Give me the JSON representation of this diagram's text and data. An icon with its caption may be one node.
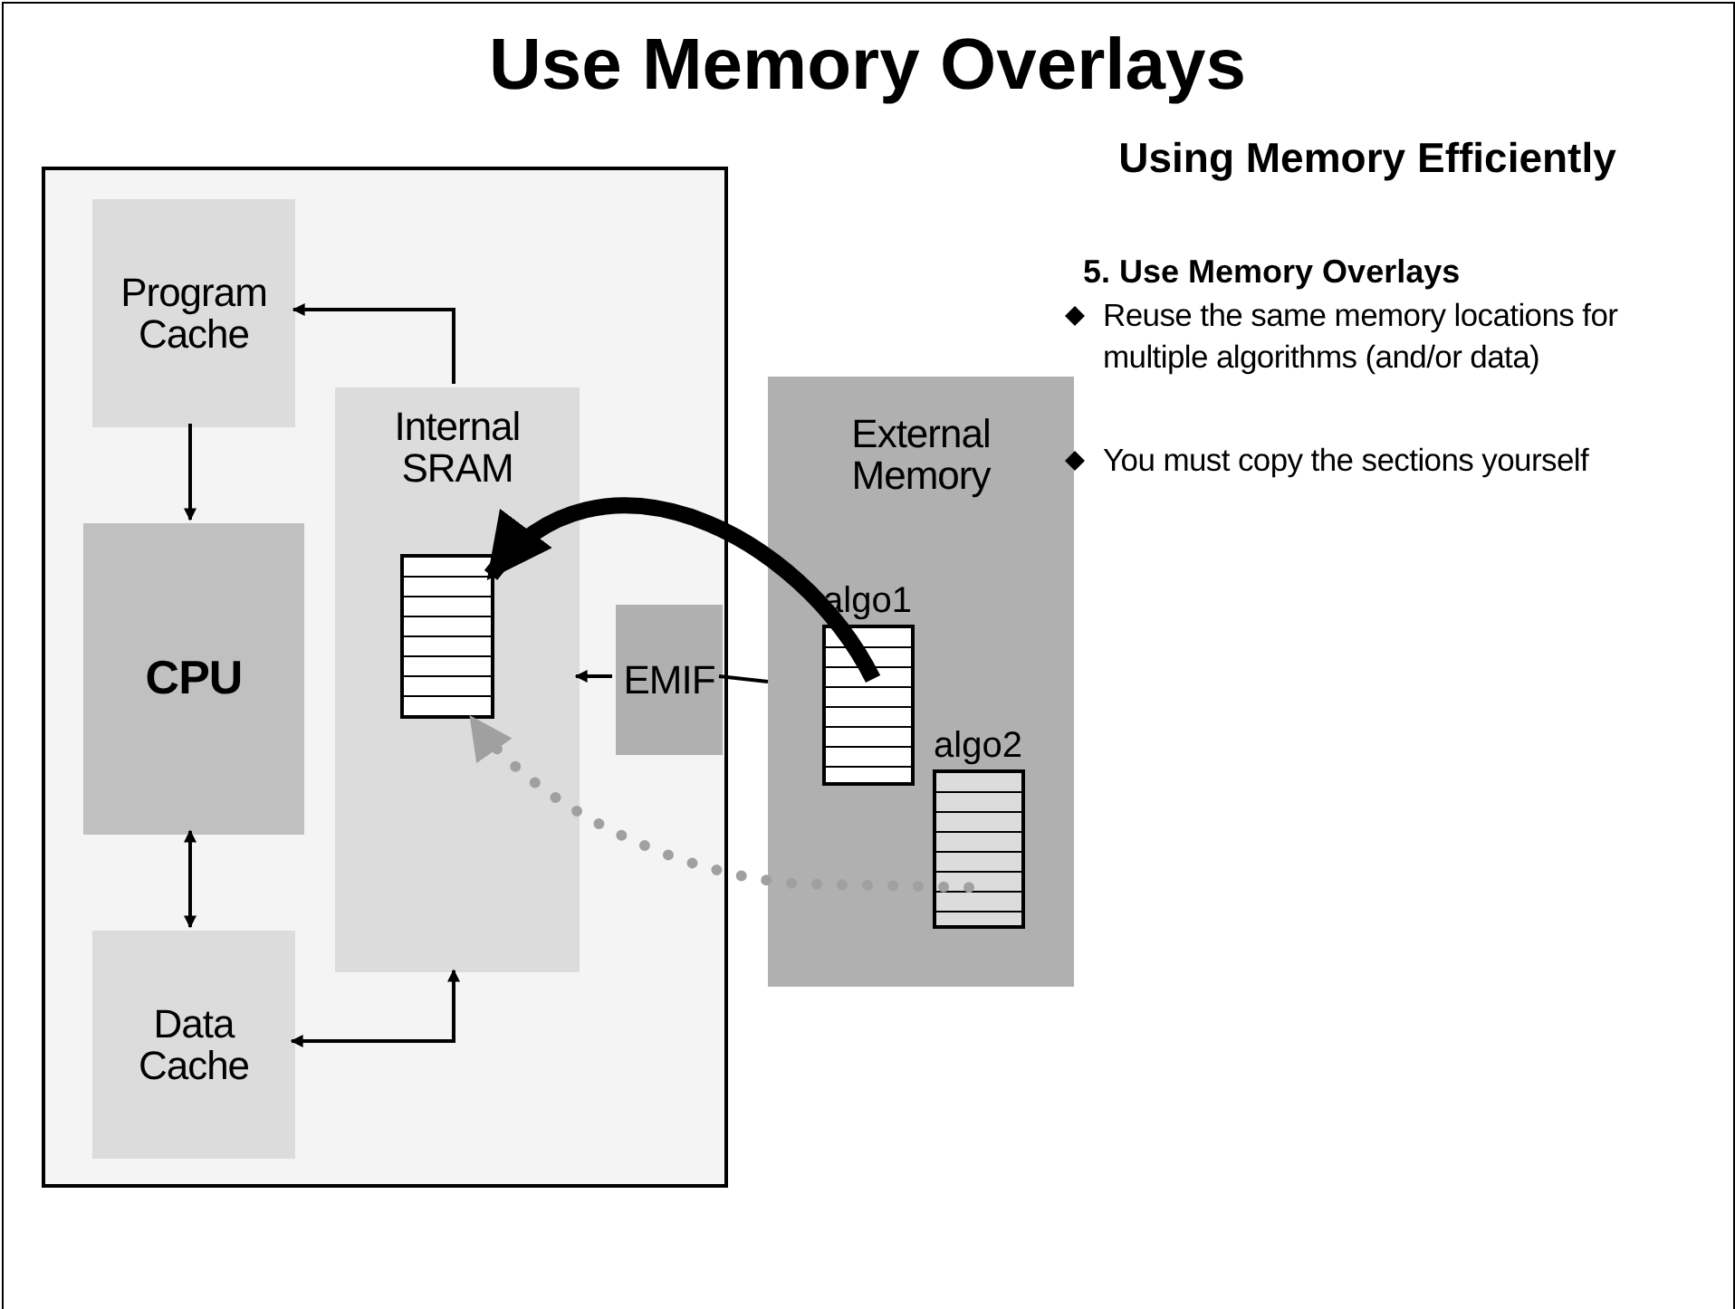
{
  "diagram": {
    "title": "Use Memory Overlays",
    "nodes": [
      {
        "text": [],
        "shape": "box"
      },
      {
        "text": [
          "Program Cache"
        ],
        "in": 0
      },
      {
        "text": [
          "CPU"
        ],
        "in": 0
      },
      {
        "text": [
          "Data Cache"
        ],
        "in": 0
      },
      {
        "text": [
          "Internal SRAM"
        ],
        "in": 0
      },
      {
        "text": [],
        "shape": "box",
        "in": 4
      },
      {
        "text": [
          "EMIF"
        ],
        "in": 0
      },
      {
        "text": [
          "External Memory"
        ]
      },
      {
        "text": [
          "algo1"
        ],
        "in": 7
      },
      {
        "text": [
          "algo2"
        ],
        "in": 7
      }
    ],
    "edges": [
      {
        "from": 4,
        "to": 1,
        "arrow": "to"
      },
      {
        "from": 1,
        "to": 2,
        "arrow": "to"
      },
      {
        "from": 2,
        "to": 3,
        "arrow": "both"
      },
      {
        "from": 3,
        "to": 4,
        "arrow": "both"
      },
      {
        "from": 7,
        "to": 6,
        "arrow": "none"
      },
      {
        "from": 6,
        "to": 4,
        "arrow": "to"
      },
      {
        "from": 8,
        "to": 5,
        "arrow": "to",
        "style": "thick"
      },
      {
        "from": 9,
        "to": 5,
        "arrow": "to",
        "style": "dashed",
        "color": "#a0a0a0"
      }
    ],
    "labels": [
      "Using Memory Efficiently",
      "5. Use Memory Overlays",
      "Reuse the same memory locations for multiple algorithms (and/or data)",
      "You must copy the sections yourself"
    ]
  }
}
